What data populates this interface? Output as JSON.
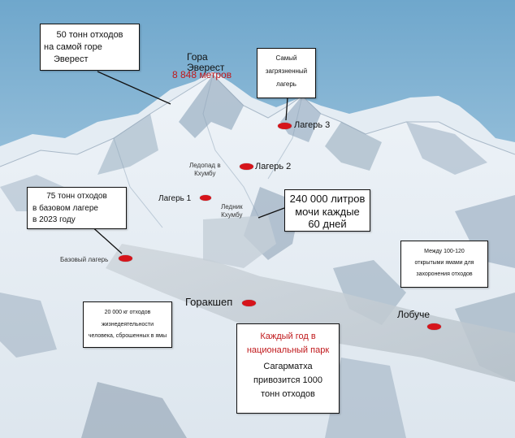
{
  "colors": {
    "sky_top": "#6fa7cc",
    "sky_bottom": "#cfe2ee",
    "marker_red": "#d6141b",
    "highlight_red": "#c0181b",
    "box_bg": "#ffffff"
  },
  "icons": {
    "camp_marker": "red-oval-marker"
  },
  "peak": {
    "name_line1": "Гора",
    "name_line2": "Эверест",
    "height": "8 848 метров"
  },
  "callouts": {
    "everest_waste": {
      "line1": "50 тонн отходов",
      "line2": "на самой горе",
      "line3": "Эверест"
    },
    "dirtiest_camp": {
      "line1": "Самый",
      "line2": "загрязненный",
      "line3": "лагерь"
    },
    "base_camp_waste": {
      "line1": "75 тонн отходов",
      "line2": "в базовом лагере",
      "line3": "в 2023 году"
    },
    "urine": {
      "line1": "240 000 литров",
      "line2": "мочи каждые",
      "line3": "60 дней"
    },
    "pits": {
      "line1": "Между 100-120",
      "line2": "открытыми ямами для",
      "line3": "захоронения отходов"
    },
    "human_waste": {
      "line1": "20 000 кг отходов",
      "line2": "жизнедеятельности",
      "line3": "человека, сброшенных в ямы"
    },
    "park": {
      "line1": "Каждый год в",
      "line2": "национальный парк",
      "line3": "Сагарматха",
      "line4": "привозится 1000",
      "line5": "тонн отходов"
    }
  },
  "places": {
    "camp3": "Лагерь 3",
    "camp2": "Лагерь 2",
    "camp1": "Лагерь 1",
    "icefall_line1": "Ледопад в",
    "icefall_line2": "Кхумбу",
    "glacier_line1": "Ледник",
    "glacier_line2": "Кхумбу",
    "base_camp": "Базовый лагерь",
    "gorakshep": "Горакшеп",
    "lobuche": "Лобуче"
  }
}
